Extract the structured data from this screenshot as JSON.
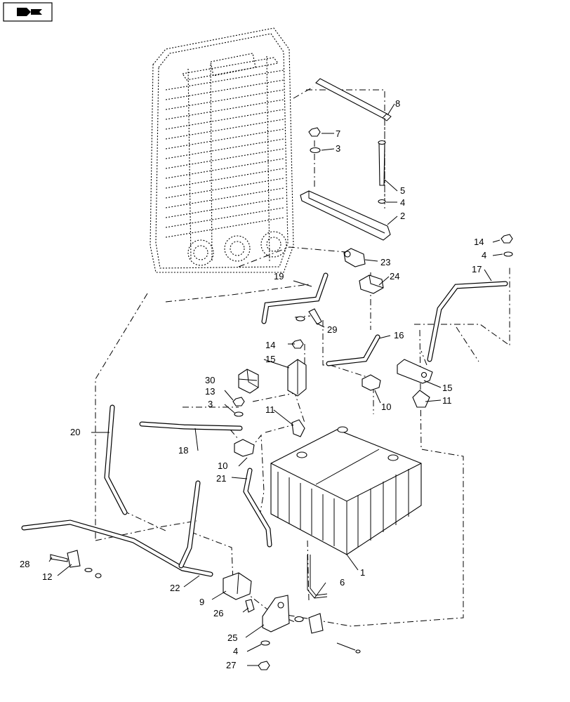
{
  "nav_icon": "book-arrow-icon",
  "callouts": [
    {
      "id": "8",
      "label": "8"
    },
    {
      "id": "7",
      "label": "7"
    },
    {
      "id": "3a",
      "label": "3"
    },
    {
      "id": "5",
      "label": "5"
    },
    {
      "id": "4a",
      "label": "4"
    },
    {
      "id": "2",
      "label": "2"
    },
    {
      "id": "14a",
      "label": "14"
    },
    {
      "id": "4b",
      "label": "4"
    },
    {
      "id": "17",
      "label": "17"
    },
    {
      "id": "23",
      "label": "23"
    },
    {
      "id": "24",
      "label": "24"
    },
    {
      "id": "19",
      "label": "19"
    },
    {
      "id": "29",
      "label": "29"
    },
    {
      "id": "16",
      "label": "16"
    },
    {
      "id": "14b",
      "label": "14"
    },
    {
      "id": "15a",
      "label": "15"
    },
    {
      "id": "15b",
      "label": "15"
    },
    {
      "id": "30",
      "label": "30"
    },
    {
      "id": "13",
      "label": "13"
    },
    {
      "id": "3b",
      "label": "3"
    },
    {
      "id": "11a",
      "label": "11"
    },
    {
      "id": "11b",
      "label": "11"
    },
    {
      "id": "10a",
      "label": "10"
    },
    {
      "id": "10b",
      "label": "10"
    },
    {
      "id": "20",
      "label": "20"
    },
    {
      "id": "18",
      "label": "18"
    },
    {
      "id": "21",
      "label": "21"
    },
    {
      "id": "1",
      "label": "1"
    },
    {
      "id": "28",
      "label": "28"
    },
    {
      "id": "12",
      "label": "12"
    },
    {
      "id": "22",
      "label": "22"
    },
    {
      "id": "6",
      "label": "6"
    },
    {
      "id": "9",
      "label": "9"
    },
    {
      "id": "26",
      "label": "26"
    },
    {
      "id": "25",
      "label": "25"
    },
    {
      "id": "4c",
      "label": "4"
    },
    {
      "id": "27",
      "label": "27"
    }
  ]
}
